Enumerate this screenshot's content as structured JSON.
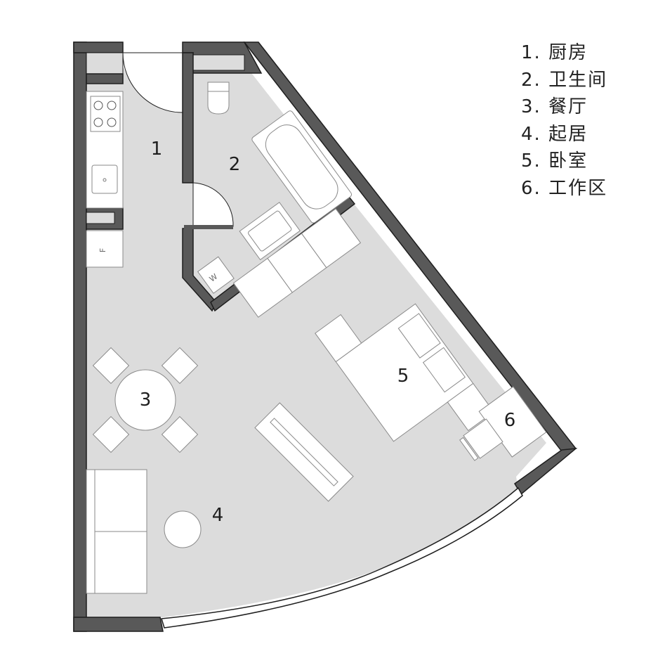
{
  "legend": {
    "items": [
      {
        "num": "1",
        "label": "1. 厨房"
      },
      {
        "num": "2",
        "label": "2. 卫生间"
      },
      {
        "num": "3",
        "label": "3. 餐厅"
      },
      {
        "num": "4",
        "label": "4. 起居"
      },
      {
        "num": "5",
        "label": "5. 卧室"
      },
      {
        "num": "6",
        "label": "6. 工作区"
      }
    ]
  },
  "rooms": {
    "kitchen": "1",
    "bathroom": "2",
    "dining": "3",
    "living": "4",
    "bedroom": "5",
    "workspace": "6"
  },
  "fixtures": {
    "fridge": "F",
    "washer": "W"
  },
  "colors": {
    "wall": "#595959",
    "wall_outline": "#1e1e1e",
    "floor": "#dcdcdc",
    "furniture": "#ffffff",
    "furniture_outline": "#8a8a8a"
  }
}
